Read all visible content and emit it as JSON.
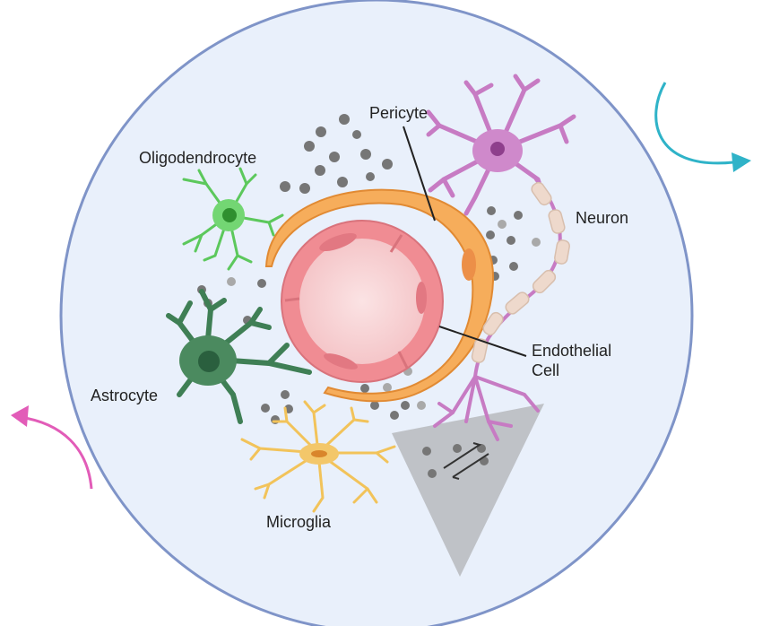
{
  "labels": {
    "oligodendrocyte": "Oligodendrocyte",
    "pericyte": "Pericyte",
    "neuron": "Neuron",
    "endothelial_line1": "Endothelial",
    "endothelial_line2": "Cell",
    "astrocyte": "Astrocyte",
    "microglia": "Microglia"
  },
  "colors": {
    "background_circle": "#e9f0fb",
    "circle_border": "#7f94c8",
    "pericyte": "#f6ad5b",
    "endothelium": "#f08c93",
    "lumen": "#f7cdd0",
    "neuron": "#c77bc3",
    "oligodendrocyte": "#5cc85c",
    "astrocyte": "#3f7f55",
    "microglia": "#f2c35a",
    "synapse_triangle": "#bfc2c7",
    "particles": "#7a7a7a",
    "arrow_out": "#e25cb8",
    "arrow_in": "#2fb3c8"
  },
  "icons": [
    "arrow-out-icon",
    "arrow-in-icon",
    "synapse-transfer-icon"
  ]
}
